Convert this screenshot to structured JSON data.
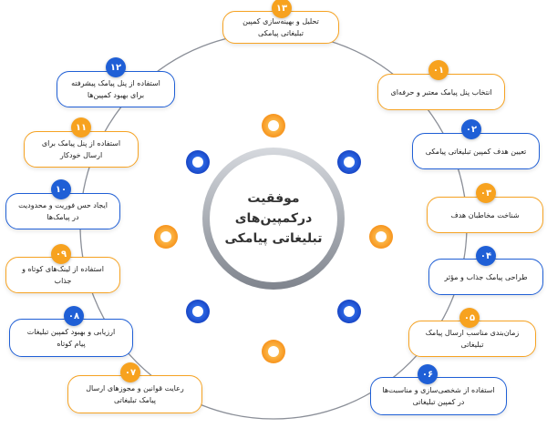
{
  "center": {
    "title": "موفقیت درکمپین‌های تبلیغاتی پیامکی"
  },
  "colors": {
    "orange": "#f7a21f",
    "blue": "#1f5fd6",
    "ring": "#8b8f98"
  },
  "steps": [
    {
      "num": "۰۱",
      "text": "انتخاب پنل پیامک معتبر و حرفه‌ای",
      "color": "orange"
    },
    {
      "num": "۰۲",
      "text": "تعیین هدف کمپین تبلیغاتی پیامکی",
      "color": "blue"
    },
    {
      "num": "۰۳",
      "text": "شناخت مخاطبان هدف",
      "color": "orange"
    },
    {
      "num": "۰۴",
      "text": "طراحی پیامک جذاب و مؤثر",
      "color": "blue"
    },
    {
      "num": "۰۵",
      "text": "زمان‌بندی مناسب ارسال پیامک تبلیغاتی",
      "color": "orange"
    },
    {
      "num": "۰۶",
      "text": "استفاده از شخصی‌سازی و مناسبت‌ها در کمپین تبلیغاتی",
      "color": "blue"
    },
    {
      "num": "۰۷",
      "text": "رعایت قوانین و مجوزهای ارسال پیامک تبلیغاتی",
      "color": "orange"
    },
    {
      "num": "۰۸",
      "text": "ارزیابی و بهبود کمپین تبلیغات پیام کوتاه",
      "color": "blue"
    },
    {
      "num": "۰۹",
      "text": "استفاده از لینک‌های کوتاه و جذاب",
      "color": "orange"
    },
    {
      "num": "۱۰",
      "text": "ایجاد حس فوریت و محدودیت در پیامک‌ها",
      "color": "blue"
    },
    {
      "num": "۱۱",
      "text": "استفاده از پنل پیامک برای ارسال خودکار",
      "color": "orange"
    },
    {
      "num": "۱۲",
      "text": "استفاده از پنل پیامک پیشرفته برای بهبود کمپین‌ها",
      "color": "blue"
    },
    {
      "num": "۱۳",
      "text": "تحلیل و بهینه‌سازی کمپین تبلیغاتی پیامکی",
      "color": "orange"
    }
  ]
}
